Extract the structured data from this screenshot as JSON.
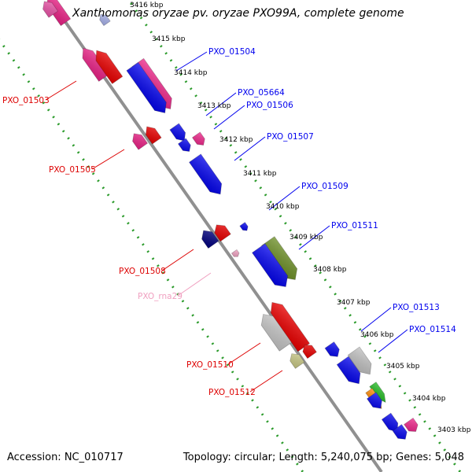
{
  "title": "Xanthomonas oryzae pv. oryzae PXO99A, complete genome",
  "footer": {
    "accession": "Accession: NC_010717",
    "topology": "Topology: circular; Length: 5,240,075 bp; Genes: 5,048"
  },
  "colors": {
    "backbone": "#888888",
    "ticks": "#2a9a2a",
    "forward_label": "#0000ee",
    "reverse_label": "#dd0000",
    "rna_label": "#f0a0c0"
  },
  "scale_marks": [
    "3416 kbp",
    "3415 kbp",
    "3414 kbp",
    "3413 kbp",
    "3412 kbp",
    "3411 kbp",
    "3410 kbp",
    "3409 kbp",
    "3408 kbp",
    "3407 kbp",
    "3406 kbp",
    "3405 kbp",
    "3404 kbp",
    "3403 kbp"
  ],
  "gene_labels": [
    {
      "name": "PXO_01504",
      "strand": "forward"
    },
    {
      "name": "PXO_05664",
      "strand": "forward"
    },
    {
      "name": "PXO_01506",
      "strand": "forward"
    },
    {
      "name": "PXO_01507",
      "strand": "forward"
    },
    {
      "name": "PXO_01509",
      "strand": "forward"
    },
    {
      "name": "PXO_01511",
      "strand": "forward"
    },
    {
      "name": "PXO_01513",
      "strand": "forward"
    },
    {
      "name": "PXO_01514",
      "strand": "forward"
    },
    {
      "name": "PXO_01503",
      "strand": "reverse"
    },
    {
      "name": "PXO_01505",
      "strand": "reverse"
    },
    {
      "name": "PXO_01508",
      "strand": "reverse"
    },
    {
      "name": "PXO_rna29",
      "strand": "rna"
    },
    {
      "name": "PXO_01510",
      "strand": "reverse"
    },
    {
      "name": "PXO_01512",
      "strand": "reverse"
    }
  ]
}
